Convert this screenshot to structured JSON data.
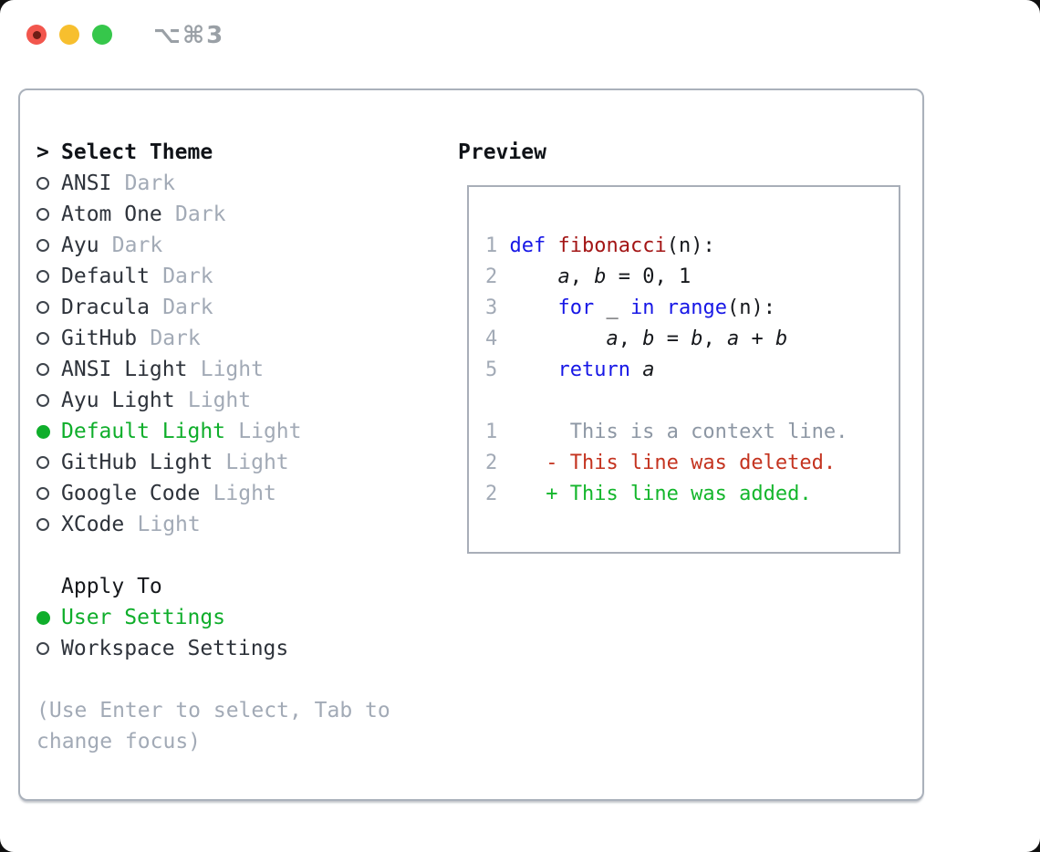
{
  "window": {
    "title": "⌥⌘3",
    "traffic_lights": {
      "close": "close-button",
      "minimize": "minimize-button",
      "zoom": "zoom-button"
    }
  },
  "select_theme": {
    "prompt": ">",
    "title": "Select Theme",
    "items": [
      {
        "name": "ANSI",
        "tag": "Dark",
        "selected": false
      },
      {
        "name": "Atom One",
        "tag": "Dark",
        "selected": false
      },
      {
        "name": "Ayu",
        "tag": "Dark",
        "selected": false
      },
      {
        "name": "Default",
        "tag": "Dark",
        "selected": false
      },
      {
        "name": "Dracula",
        "tag": "Dark",
        "selected": false
      },
      {
        "name": "GitHub",
        "tag": "Dark",
        "selected": false
      },
      {
        "name": "ANSI Light",
        "tag": "Light",
        "selected": false
      },
      {
        "name": "Ayu Light",
        "tag": "Light",
        "selected": false
      },
      {
        "name": "Default Light",
        "tag": "Light",
        "selected": true
      },
      {
        "name": "GitHub Light",
        "tag": "Light",
        "selected": false
      },
      {
        "name": "Google Code",
        "tag": "Light",
        "selected": false
      },
      {
        "name": "XCode",
        "tag": "Light",
        "selected": false
      }
    ]
  },
  "apply_to": {
    "title": "Apply To",
    "options": [
      {
        "label": "User Settings",
        "selected": true
      },
      {
        "label": "Workspace Settings",
        "selected": false
      }
    ]
  },
  "hint": "(Use Enter to select, Tab to change focus)",
  "preview": {
    "title": "Preview",
    "lines": [
      {
        "num": "1",
        "segments": [
          {
            "text": "def",
            "style": "keyword"
          },
          {
            "text": " ",
            "style": "plain"
          },
          {
            "text": "fibonacci",
            "style": "function"
          },
          {
            "text": "(n):",
            "style": "plain"
          }
        ]
      },
      {
        "num": "2",
        "segments": [
          {
            "text": "    ",
            "style": "plain"
          },
          {
            "text": "a",
            "style": "variable"
          },
          {
            "text": ", ",
            "style": "plain"
          },
          {
            "text": "b",
            "style": "variable"
          },
          {
            "text": " = 0, 1",
            "style": "plain"
          }
        ]
      },
      {
        "num": "3",
        "segments": [
          {
            "text": "    ",
            "style": "plain"
          },
          {
            "text": "for",
            "style": "keyword"
          },
          {
            "text": " _ ",
            "style": "plain"
          },
          {
            "text": "in",
            "style": "keyword"
          },
          {
            "text": " ",
            "style": "plain"
          },
          {
            "text": "range",
            "style": "keyword"
          },
          {
            "text": "(n):",
            "style": "plain"
          }
        ]
      },
      {
        "num": "4",
        "segments": [
          {
            "text": "        ",
            "style": "plain"
          },
          {
            "text": "a",
            "style": "variable"
          },
          {
            "text": ", ",
            "style": "plain"
          },
          {
            "text": "b",
            "style": "variable"
          },
          {
            "text": " = ",
            "style": "plain"
          },
          {
            "text": "b",
            "style": "variable"
          },
          {
            "text": ", ",
            "style": "plain"
          },
          {
            "text": "a",
            "style": "variable"
          },
          {
            "text": " + ",
            "style": "plain"
          },
          {
            "text": "b",
            "style": "variable"
          }
        ]
      },
      {
        "num": "5",
        "segments": [
          {
            "text": "    ",
            "style": "plain"
          },
          {
            "text": "return",
            "style": "keyword"
          },
          {
            "text": " ",
            "style": "plain"
          },
          {
            "text": "a",
            "style": "variable"
          }
        ]
      },
      {
        "num": "",
        "segments": []
      },
      {
        "num": "1",
        "segments": [
          {
            "text": "     This is a context line.",
            "style": "context"
          }
        ]
      },
      {
        "num": "2",
        "segments": [
          {
            "text": "   - This line was deleted.",
            "style": "deleted"
          }
        ]
      },
      {
        "num": "2",
        "segments": [
          {
            "text": "   + This line was added.",
            "style": "added"
          }
        ]
      }
    ]
  },
  "colors": {
    "accent_green": "#0fae2b",
    "keyword_blue": "#1717e6",
    "function_red": "#a31515",
    "deleted_red": "#c4331f",
    "added_green": "#14b62c",
    "context_gray": "#8d97a4",
    "muted_gray": "#a2aab6",
    "text_dark": "#2e333b",
    "panel_border": "#aab1bb",
    "traffic_red": "#f2564d",
    "traffic_yellow": "#f7bf2e",
    "traffic_green": "#36c74b"
  }
}
